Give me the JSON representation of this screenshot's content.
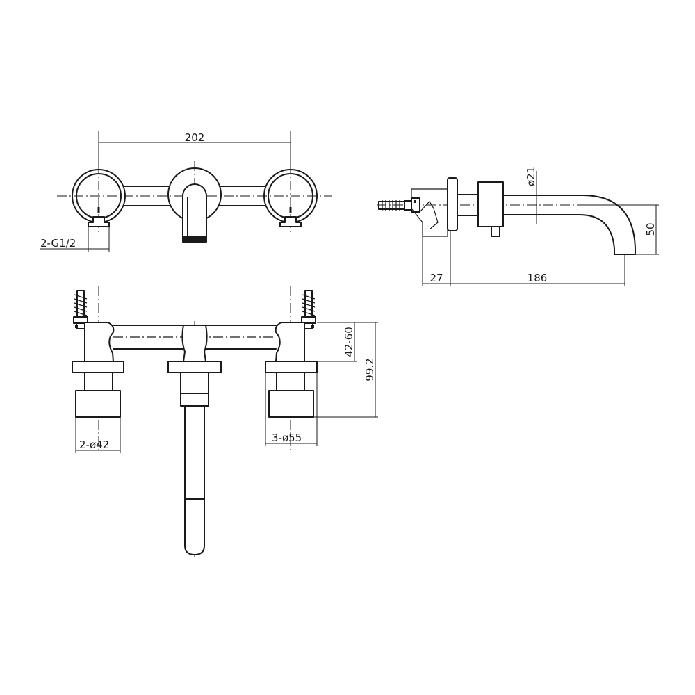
{
  "dimensions": {
    "overall_width": "202",
    "inlet_thread": "2-G1/2",
    "spout_diameter": "ø21",
    "spout_drop": "50",
    "wall_depth": "27",
    "spout_projection": "186",
    "adjust_range": "42-60",
    "total_depth": "99.2",
    "handle_diameter": "2-ø42",
    "flange_diameter": "3-ø55"
  }
}
